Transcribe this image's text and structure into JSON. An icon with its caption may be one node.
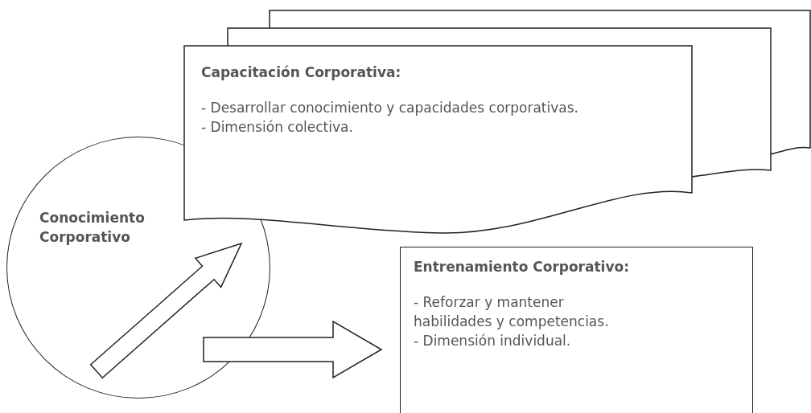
{
  "diagram": {
    "nodes": [
      {
        "text": [
          "Conocimiento Corporativo"
        ]
      },
      {
        "text": [
          "Capacitación Corporativa:",
          "- Desarrollar conocimiento y capacidades corporativas.",
          "- Dimensión colectiva."
        ]
      },
      {
        "text": [
          "Entrenamiento Corporativo:",
          "- Reforzar y mantener habilidades y competencias.",
          "- Dimensión individual."
        ]
      }
    ],
    "edges": [
      {
        "from": 0,
        "to": 1,
        "arrow": "to"
      },
      {
        "from": 0,
        "to": 2,
        "arrow": "to"
      }
    ]
  }
}
